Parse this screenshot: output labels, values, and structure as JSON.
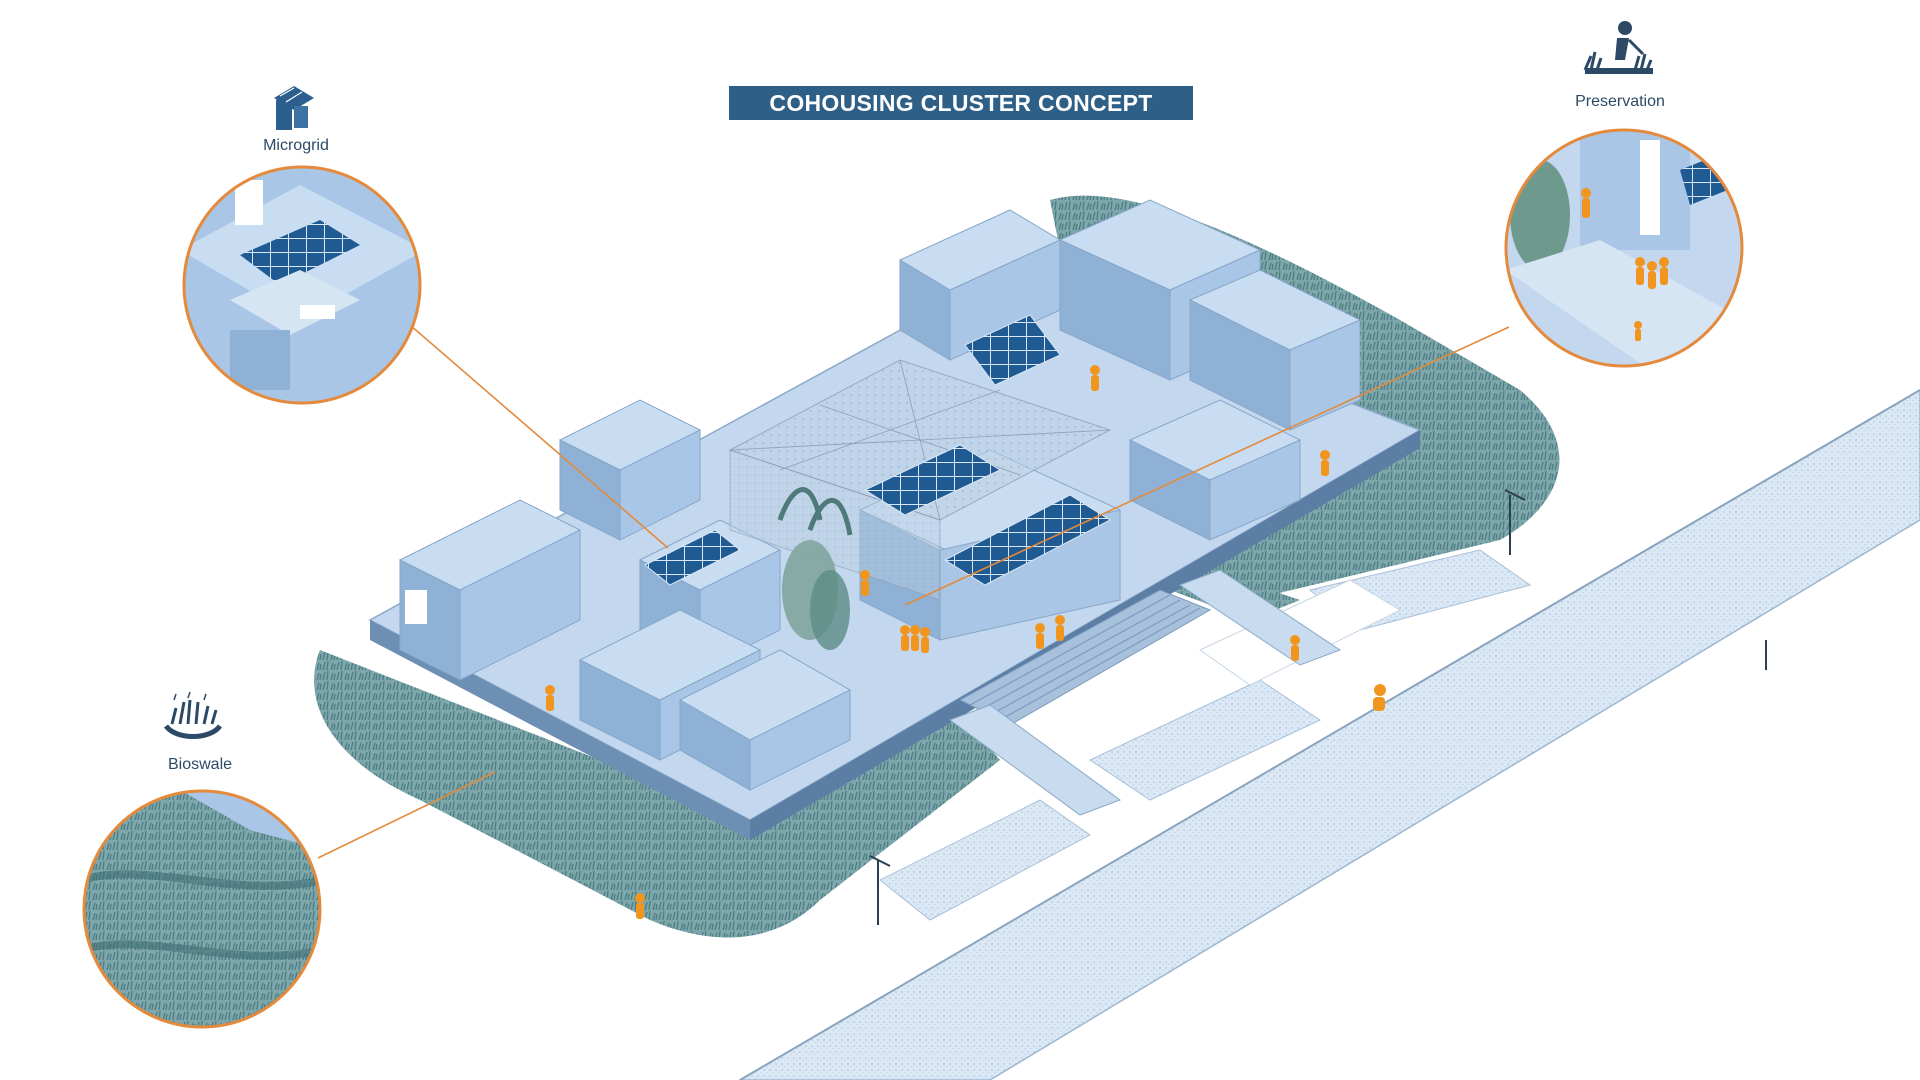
{
  "title": "COHOUSING CLUSTER CONCEPT",
  "callouts": {
    "microgrid": {
      "label": "Microgrid",
      "icon": "solar-house-icon"
    },
    "preservation": {
      "label": "Preservation",
      "icon": "gardener-icon"
    },
    "bioswale": {
      "label": "Bioswale",
      "icon": "bioswale-icon"
    }
  },
  "colors": {
    "title_bg": "#2e5f86",
    "building": "#a9c6e6",
    "building_dark": "#7fa4cc",
    "solar_panel": "#1f5a93",
    "grass": "#5f8f95",
    "callout_ring": "#e38a3c",
    "people": "#f2951e",
    "road": "#d7e6f4",
    "icon": "#2c4a66"
  }
}
